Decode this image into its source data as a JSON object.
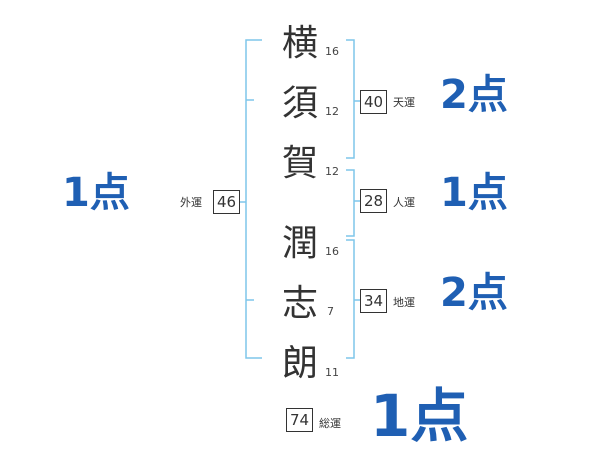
{
  "colors": {
    "line": "#7ec6ea",
    "score": "#1f5fb3"
  },
  "surname": [
    {
      "char": "横",
      "strokes": "16"
    },
    {
      "char": "須",
      "strokes": "12"
    },
    {
      "char": "賀",
      "strokes": "12"
    }
  ],
  "given_name": [
    {
      "char": "潤",
      "strokes": "16"
    },
    {
      "char": "志",
      "strokes": "7"
    },
    {
      "char": "朗",
      "strokes": "11"
    }
  ],
  "fortunes": {
    "gaiun": {
      "label": "外運",
      "value": "46",
      "score": "1点"
    },
    "tenun": {
      "label": "天運",
      "value": "40",
      "score": "2点"
    },
    "jinun": {
      "label": "人運",
      "value": "28",
      "score": "1点"
    },
    "chiun": {
      "label": "地運",
      "value": "34",
      "score": "2点"
    },
    "souun": {
      "label": "総運",
      "value": "74",
      "score": "1点"
    }
  }
}
